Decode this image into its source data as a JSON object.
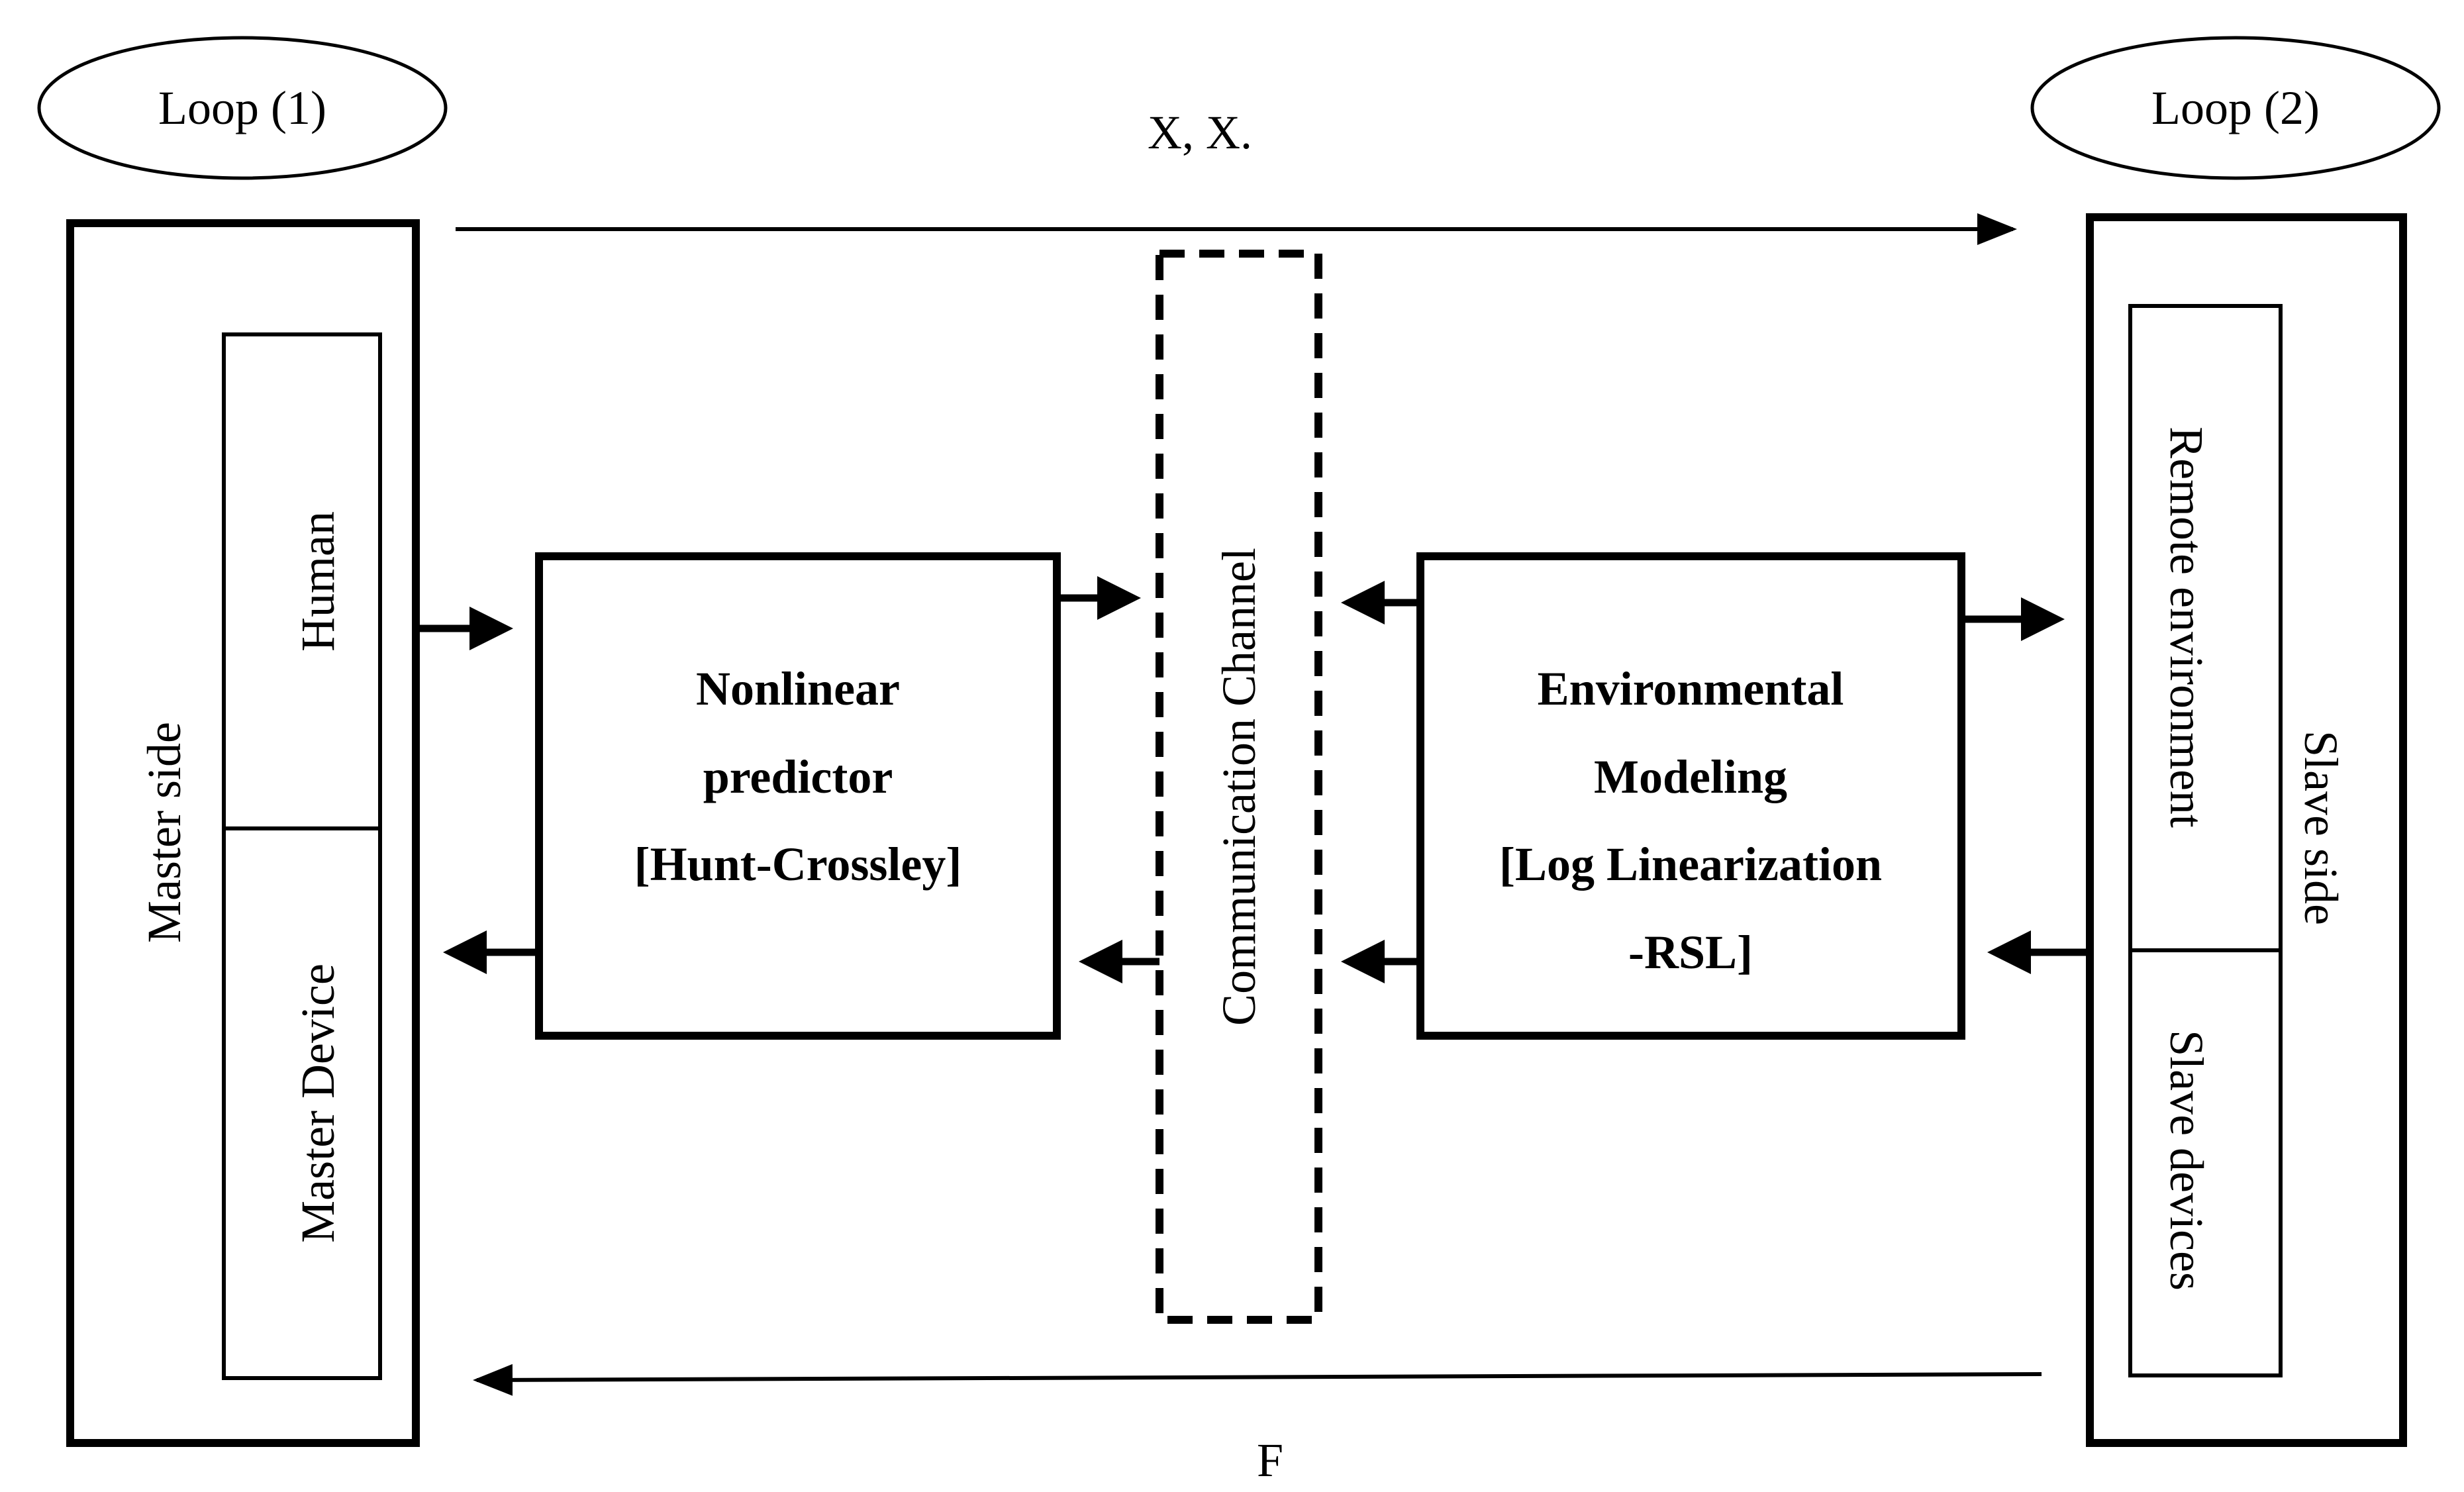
{
  "loops": {
    "left": "Loop (1)",
    "right": "Loop (2)"
  },
  "signals": {
    "top": "X, X.",
    "bottom": "F"
  },
  "master": {
    "title": "Master side",
    "human": "Human",
    "device": "Master Device"
  },
  "predictor": {
    "line1": "Nonlinear",
    "line2": "predictor",
    "line3": "[Hunt-Crossley]"
  },
  "channel": {
    "label": "Communication Channel"
  },
  "environment": {
    "line1": "Environmental",
    "line2": "Modeling",
    "line3": "[Log Linearization",
    "line4": "-RSL]"
  },
  "slave": {
    "title": "Slave side",
    "remote": "Remote environment",
    "devices": "Slave devices"
  },
  "colors": {
    "stroke": "#000000",
    "background": "#ffffff"
  }
}
